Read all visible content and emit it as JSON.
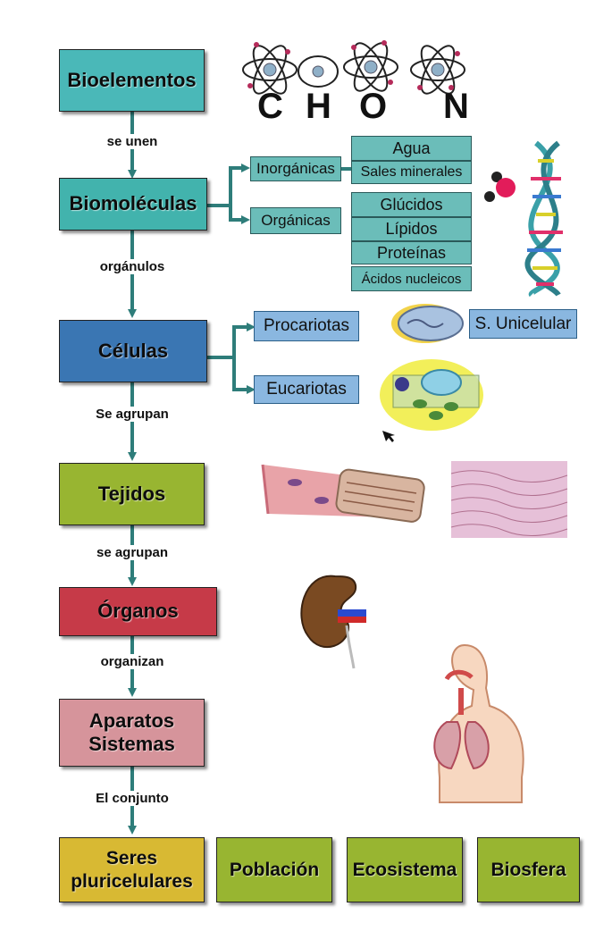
{
  "atoms": [
    "C",
    "H",
    "O",
    "N"
  ],
  "levels": [
    {
      "label": "Bioelementos",
      "color": "#4ab8b8"
    },
    {
      "label": "Biomoléculas",
      "color": "#42b3ad"
    },
    {
      "label": "Células",
      "color": "#3a76b3"
    },
    {
      "label": "Tejidos",
      "color": "#98b531"
    },
    {
      "label": "Órganos",
      "color": "#c63a48"
    },
    {
      "label_line1": "Aparatos",
      "label_line2": "Sistemas",
      "color": "#d6949b"
    }
  ],
  "connectors": [
    "se unen",
    "orgánulos",
    "Se agrupan",
    "se agrupan",
    "organizan",
    "El conjunto"
  ],
  "biomolecules": {
    "inorganicas": "Inorgánicas",
    "organicas": "Orgánicas",
    "inorganic_items": [
      "Agua",
      "Sales minerales"
    ],
    "organic_items": [
      "Glúcidos",
      "Lípidos",
      "Proteínas",
      "Ácidos nucleicos"
    ]
  },
  "cells": {
    "procariotas": "Procariotas",
    "eucariotas": "Eucariotas",
    "unicelular": "S. Unicelular"
  },
  "bottom_row": [
    {
      "label_line1": "Seres",
      "label_line2": "pluricelulares",
      "color": "#d8b933"
    },
    {
      "label": "Población",
      "color": "#98b531"
    },
    {
      "label": "Ecosistema",
      "color": "#98b531"
    },
    {
      "label": "Biosfera",
      "color": "#98b531"
    }
  ],
  "colors": {
    "arrow": "#2e7d7a",
    "teal_small": "#6bbdb9",
    "blue_small": "#8ab7e0"
  }
}
